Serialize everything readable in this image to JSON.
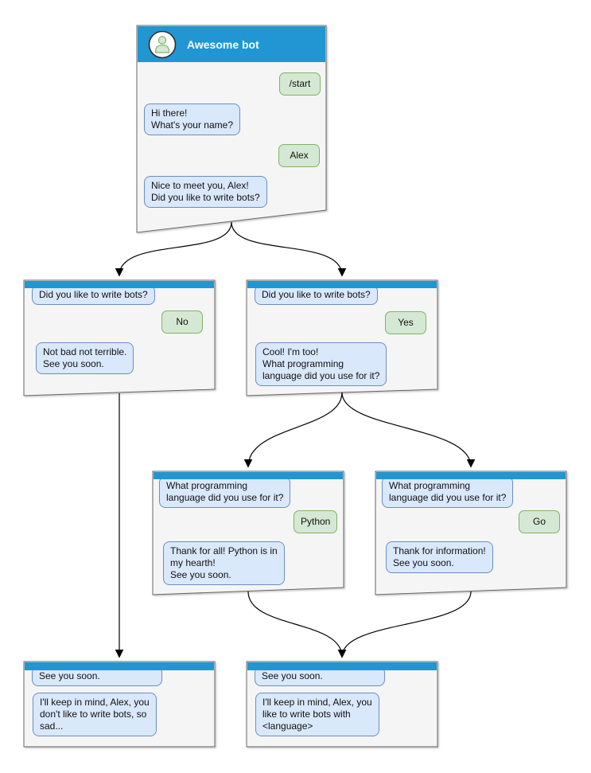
{
  "colors": {
    "titlebar_blue": "#2196d2",
    "window_bg": "#f5f5f5",
    "window_border": "#666666",
    "bot_bubble_bg": "#dae8fc",
    "bot_bubble_border": "#6c8ebf",
    "user_bubble_bg": "#d5e8d4",
    "user_bubble_border": "#82b366",
    "arrow": "#000000"
  },
  "flow": {
    "root": {
      "title": "Awesome bot",
      "user_start": "/start",
      "bot_hi": "Hi there!\nWhat's your name?",
      "user_name": "Alex",
      "bot_ask": "Nice to meet you, Alex!\nDid you like to write bots?"
    },
    "branch_no": {
      "bot_q": "Did you like to write bots?",
      "user_a": "No",
      "bot_r": "Not bad not terrible.\nSee you soon."
    },
    "branch_yes": {
      "bot_q": "Did you like to write bots?",
      "user_a": "Yes",
      "bot_r": "Cool! I'm too!\nWhat programming\nlanguage did you use for it?"
    },
    "branch_python": {
      "bot_q": "What programming\nlanguage did you use for it?",
      "user_a": "Python",
      "bot_r": "Thank for all! Python is in\nmy hearth!\nSee you soon."
    },
    "branch_go": {
      "bot_q": "What programming\nlanguage did you use for it?",
      "user_a": "Go",
      "bot_r": "Thank for information!\nSee you soon."
    },
    "end_no": {
      "bot_q": "See you soon.",
      "bot_r": "I'll keep in mind, Alex, you\ndon't like to write bots, so\nsad..."
    },
    "end_yes": {
      "bot_q": "See you soon.",
      "bot_r": "I'll keep in mind, Alex, you\nlike to write bots with\n<language>"
    }
  }
}
